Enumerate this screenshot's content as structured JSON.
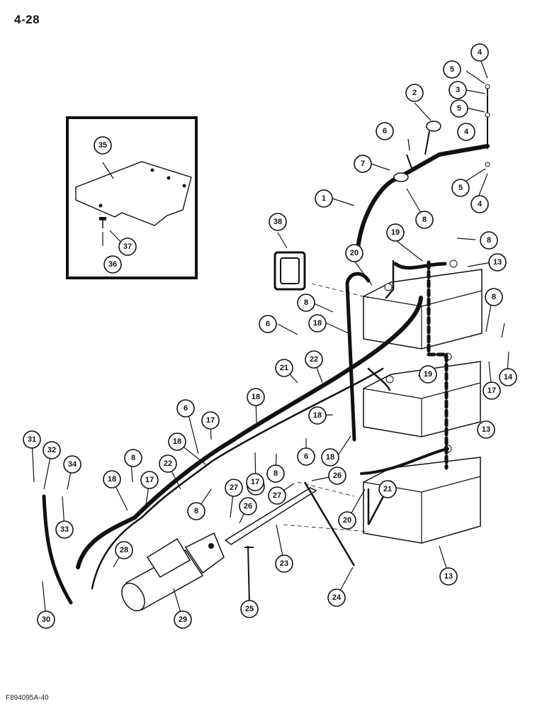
{
  "page": {
    "number": "4-28",
    "figure_code": "F894095A-40"
  },
  "callouts": [
    {
      "label": "1"
    },
    {
      "label": "2"
    },
    {
      "label": "3"
    },
    {
      "label": "4"
    },
    {
      "label": "4"
    },
    {
      "label": "4"
    },
    {
      "label": "5"
    },
    {
      "label": "5"
    },
    {
      "label": "5"
    },
    {
      "label": "6"
    },
    {
      "label": "6"
    },
    {
      "label": "6"
    },
    {
      "label": "6"
    },
    {
      "label": "7"
    },
    {
      "label": "8"
    },
    {
      "label": "8"
    },
    {
      "label": "8"
    },
    {
      "label": "8"
    },
    {
      "label": "8"
    },
    {
      "label": "8"
    },
    {
      "label": "8"
    },
    {
      "label": "8"
    },
    {
      "label": "13"
    },
    {
      "label": "13"
    },
    {
      "label": "13"
    },
    {
      "label": "14"
    },
    {
      "label": "17"
    },
    {
      "label": "17"
    },
    {
      "label": "17"
    },
    {
      "label": "17"
    },
    {
      "label": "18"
    },
    {
      "label": "18"
    },
    {
      "label": "18"
    },
    {
      "label": "18"
    },
    {
      "label": "18"
    },
    {
      "label": "18"
    },
    {
      "label": "19"
    },
    {
      "label": "19"
    },
    {
      "label": "20"
    },
    {
      "label": "20"
    },
    {
      "label": "21"
    },
    {
      "label": "21"
    },
    {
      "label": "22"
    },
    {
      "label": "22"
    },
    {
      "label": "23"
    },
    {
      "label": "24"
    },
    {
      "label": "25"
    },
    {
      "label": "26"
    },
    {
      "label": "26"
    },
    {
      "label": "27"
    },
    {
      "label": "27"
    },
    {
      "label": "28"
    },
    {
      "label": "29"
    },
    {
      "label": "30"
    },
    {
      "label": "31"
    },
    {
      "label": "32"
    },
    {
      "label": "33"
    },
    {
      "label": "34"
    },
    {
      "label": "35"
    },
    {
      "label": "36"
    },
    {
      "label": "37"
    },
    {
      "label": "38"
    }
  ]
}
